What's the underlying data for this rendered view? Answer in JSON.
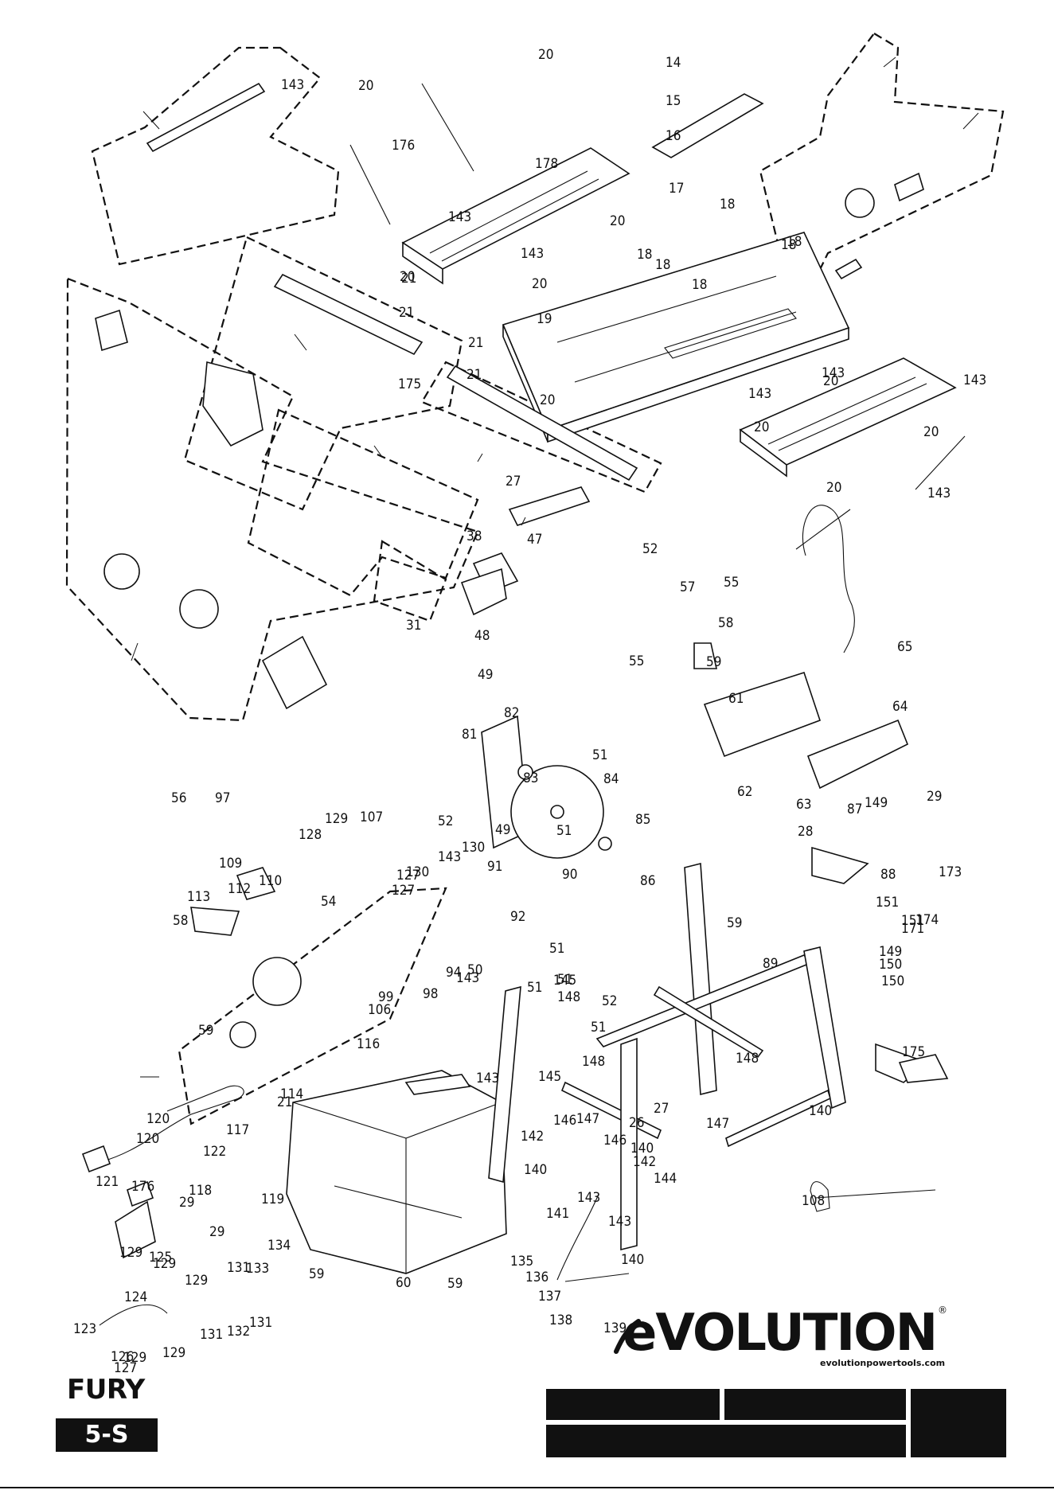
{
  "brand": {
    "logo_text": "eVOLUTION",
    "registered_mark": "®",
    "website": "evolutionpowertools.com"
  },
  "model": {
    "name": "FURY",
    "variant": "5-S"
  },
  "colors": {
    "ink": "#111111",
    "paper": "#ffffff"
  },
  "callouts": [
    "14",
    "15",
    "16",
    "17",
    "18",
    "18",
    "18",
    "18",
    "18",
    "18",
    "19",
    "20",
    "20",
    "20",
    "20",
    "20",
    "20",
    "20",
    "20",
    "20",
    "20",
    "21",
    "21",
    "21",
    "21",
    "21",
    "26",
    "27",
    "27",
    "28",
    "29",
    "29",
    "29",
    "31",
    "38",
    "47",
    "48",
    "49",
    "49",
    "50",
    "51",
    "51",
    "51",
    "51",
    "51",
    "51",
    "52",
    "52",
    "52",
    "54",
    "55",
    "55",
    "56",
    "57",
    "58",
    "58",
    "59",
    "59",
    "59",
    "59",
    "59",
    "60",
    "61",
    "62",
    "63",
    "64",
    "65",
    "81",
    "82",
    "83",
    "84",
    "85",
    "86",
    "87",
    "88",
    "89",
    "90",
    "91",
    "92",
    "94",
    "97",
    "98",
    "99",
    "106",
    "107",
    "108",
    "109",
    "110",
    "112",
    "113",
    "114",
    "116",
    "117",
    "118",
    "119",
    "120",
    "120",
    "121",
    "122",
    "123",
    "124",
    "125",
    "126",
    "127",
    "127",
    "127",
    "128",
    "129",
    "129",
    "129",
    "129",
    "129",
    "129",
    "130",
    "130",
    "131",
    "131",
    "131",
    "132",
    "133",
    "134",
    "135",
    "136",
    "137",
    "138",
    "139",
    "140",
    "140",
    "140",
    "140",
    "141",
    "142",
    "142",
    "143",
    "143",
    "143",
    "143",
    "143",
    "143",
    "143",
    "143",
    "143",
    "143",
    "143",
    "143",
    "144",
    "145",
    "145",
    "146",
    "146",
    "147",
    "147",
    "148",
    "148",
    "148",
    "149",
    "149",
    "150",
    "150",
    "151",
    "151",
    "171",
    "173",
    "174",
    "175",
    "175",
    "176",
    "176",
    "178"
  ]
}
